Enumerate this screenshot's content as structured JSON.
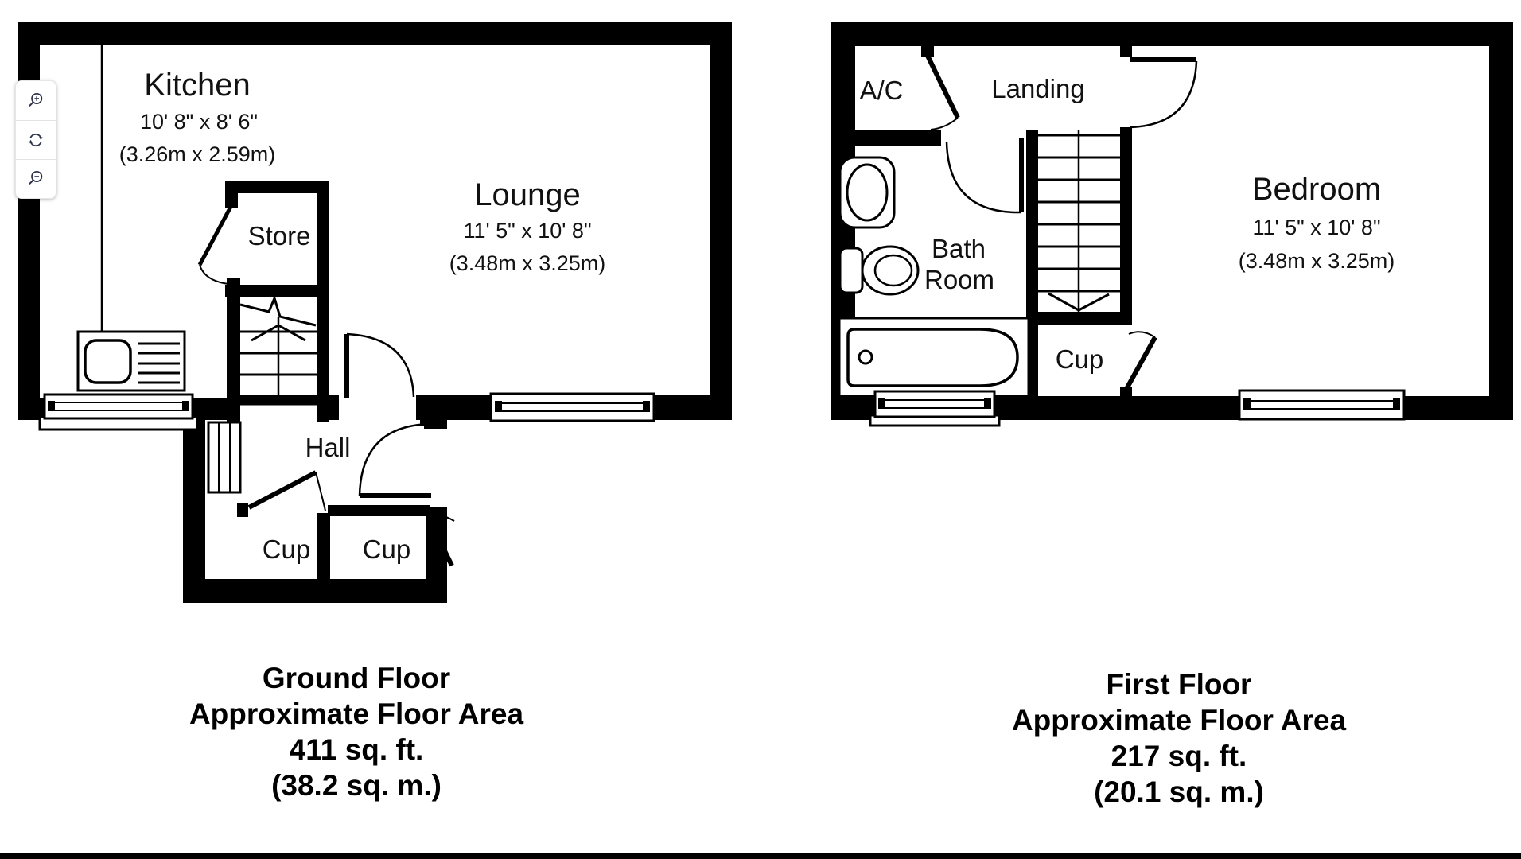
{
  "toolbar": {
    "buttons": [
      {
        "icon": "zoom-in"
      },
      {
        "icon": "reset-rotate"
      },
      {
        "icon": "zoom-out"
      }
    ]
  },
  "ground_floor": {
    "rooms": {
      "kitchen": {
        "name": "Kitchen",
        "dims_imperial": "10' 8\" x 8' 6\"",
        "dims_metric": "(3.26m x 2.59m)"
      },
      "lounge": {
        "name": "Lounge",
        "dims_imperial": "11' 5\" x 10' 8\"",
        "dims_metric": "(3.48m x 3.25m)"
      },
      "store": {
        "name": "Store"
      },
      "hall": {
        "name": "Hall"
      },
      "cupboard_left": {
        "name": "Cup"
      },
      "cupboard_right": {
        "name": "Cup"
      }
    },
    "caption": [
      "Ground Floor",
      "Approximate Floor Area",
      "411 sq. ft.",
      "(38.2 sq. m.)"
    ]
  },
  "first_floor": {
    "rooms": {
      "airing_cupboard": {
        "name": "A/C"
      },
      "landing": {
        "name": "Landing"
      },
      "bathroom": {
        "name_line1": "Bath",
        "name_line2": "Room"
      },
      "bedroom": {
        "name": "Bedroom",
        "dims_imperial": "11' 5\" x 10' 8\"",
        "dims_metric": "(3.48m x 3.25m)"
      },
      "cupboard": {
        "name": "Cup"
      }
    },
    "caption": [
      "First Floor",
      "Approximate Floor Area",
      "217 sq. ft.",
      "(20.1 sq. m.)"
    ]
  },
  "colors": {
    "wall": "#000000",
    "background": "#ffffff",
    "toolbar_icon": "#2b3147"
  }
}
